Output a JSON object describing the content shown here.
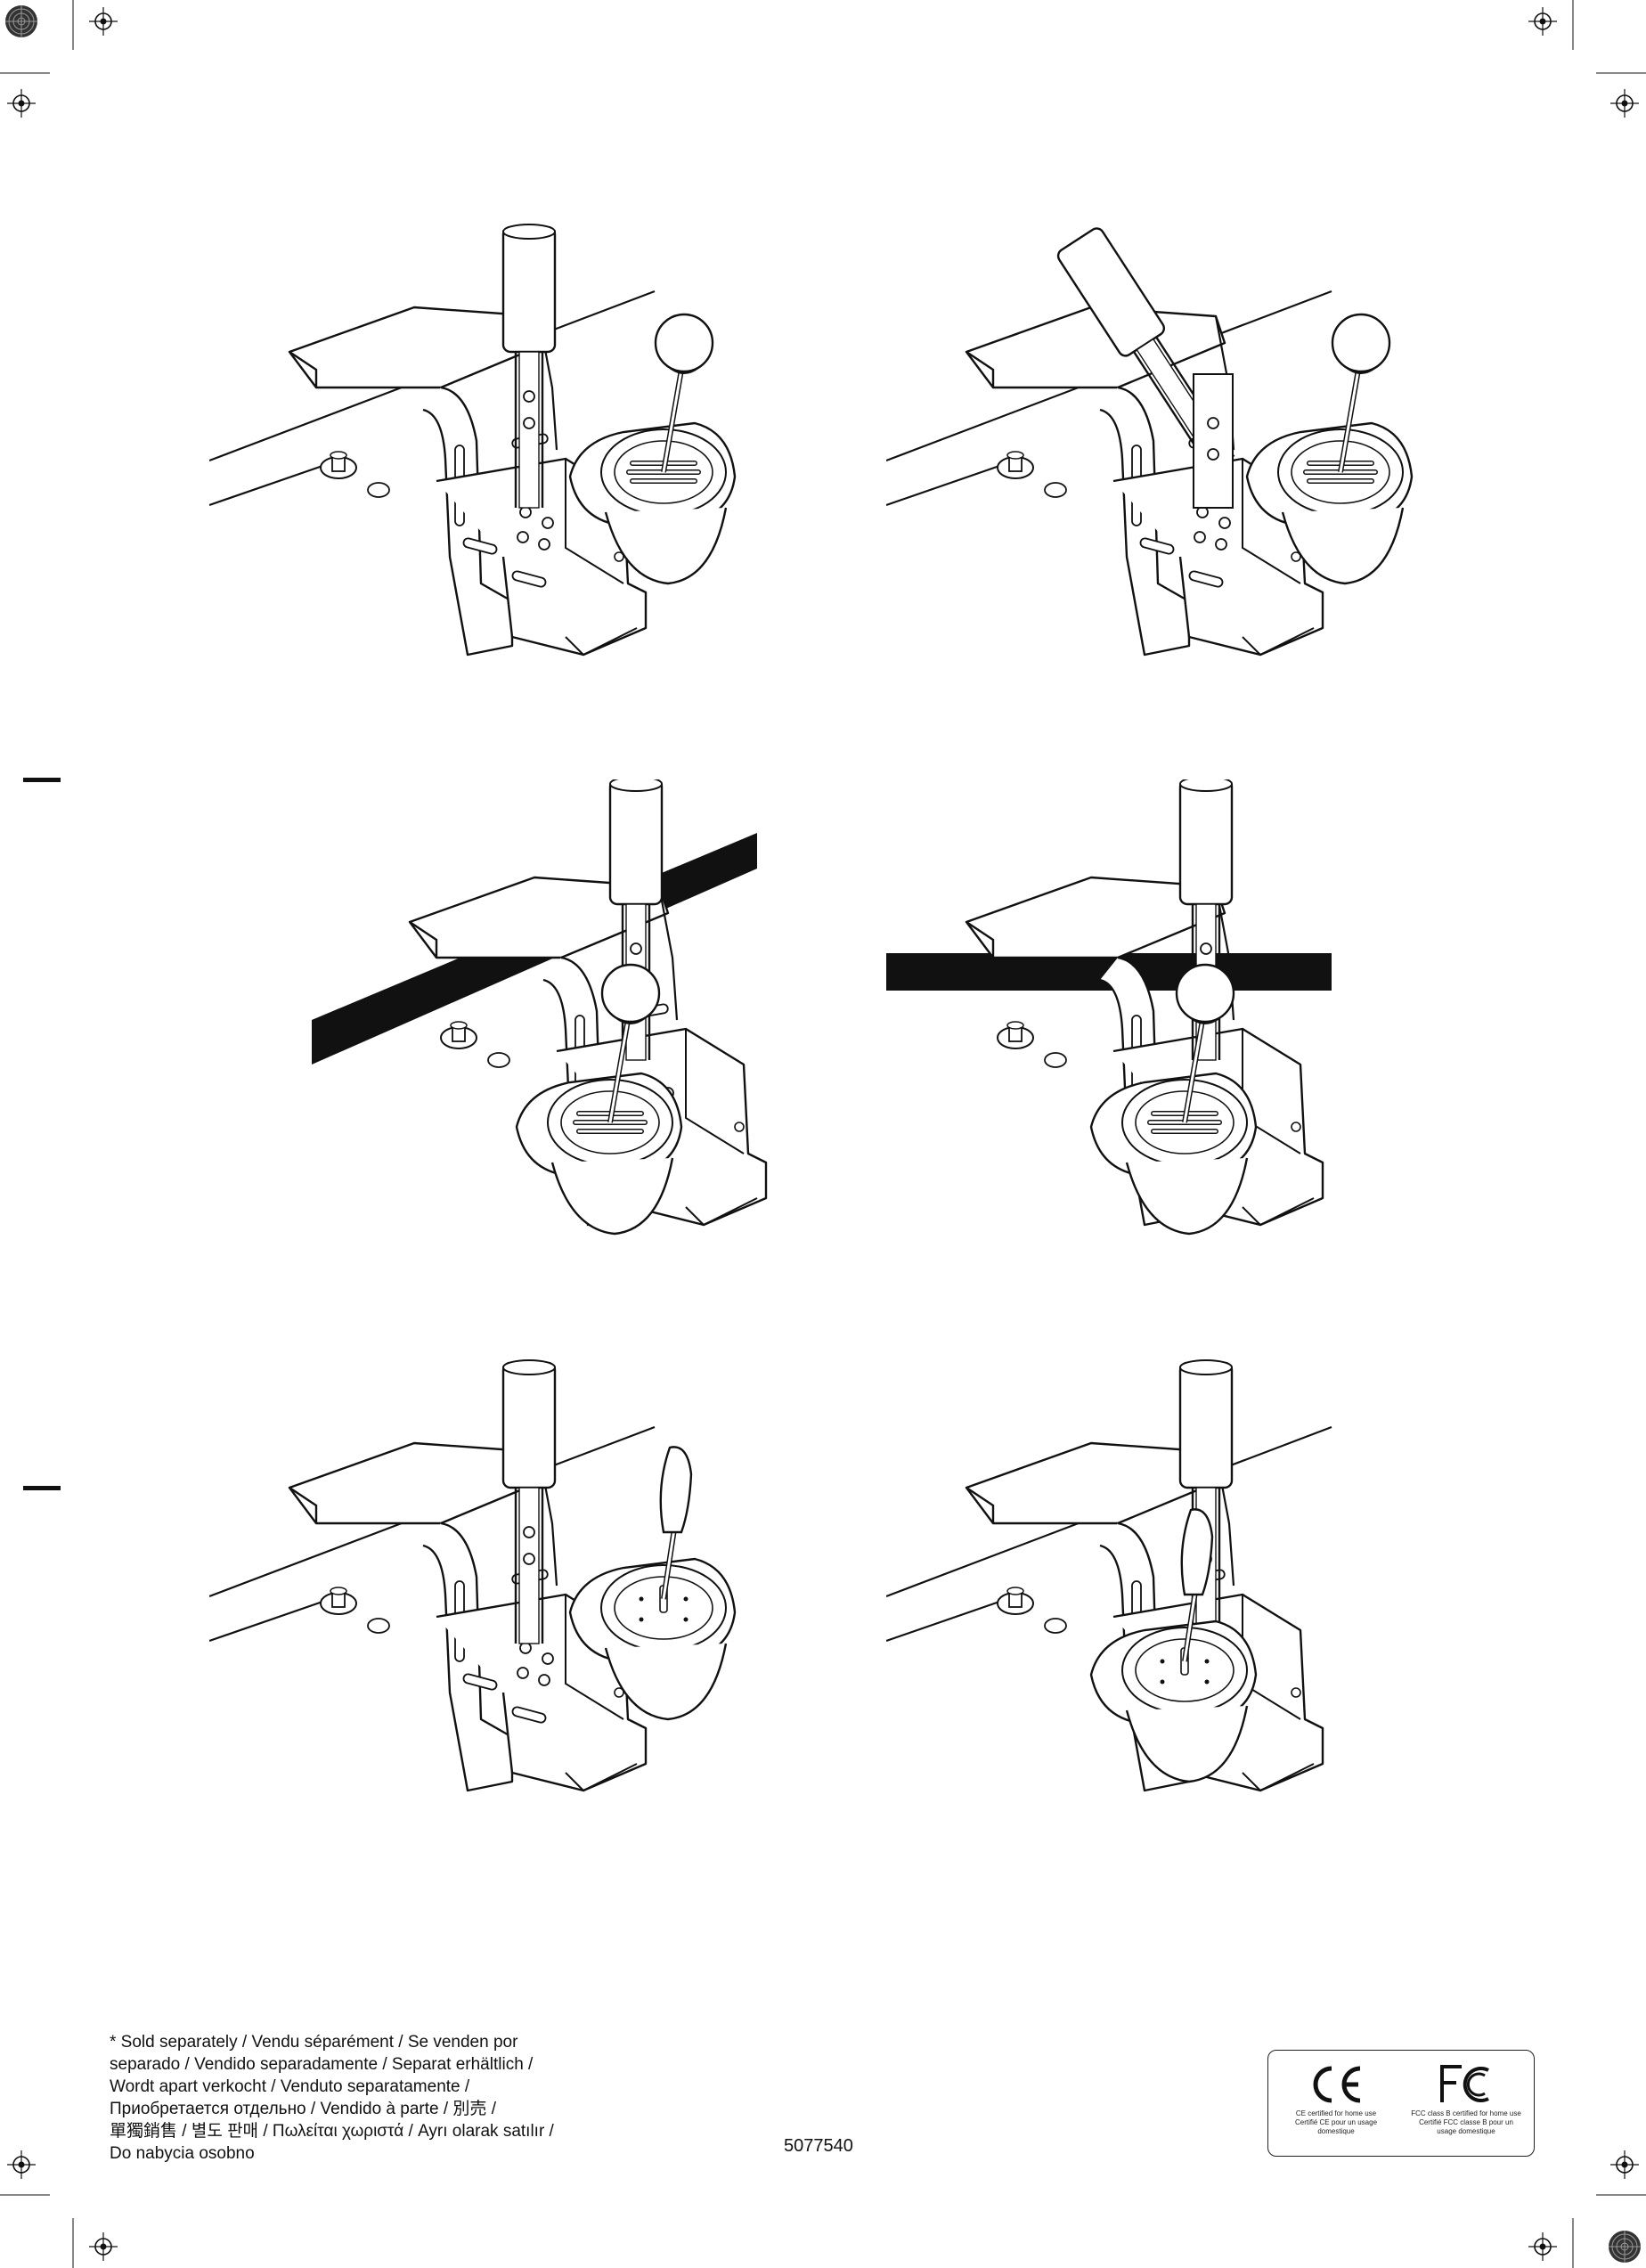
{
  "footnote": {
    "lines": [
      "* Sold separately / Vendu séparément / Se venden por",
      "separado / Vendido separadamente / Separat erhältlich /",
      "Wordt apart verkocht / Venduto separatamente /",
      "Приобретается отдельно / Vendido à parte / 別売 /",
      "單獨銷售 / 별도 판매 / Πωλείται χωριστά / Ayrı olarak satılır /",
      "Do nabycia osobno"
    ]
  },
  "part_number": "5077540",
  "certification": {
    "ce": {
      "logo_text": "CE",
      "caption_lines": [
        "CE certified for home use",
        "Certifié CE pour un usage",
        "domestique"
      ]
    },
    "fcc": {
      "logo_text": "FC",
      "caption_lines": [
        "FCC class B certified for home use",
        "Certifié FCC classe B pour un",
        "usage domestique"
      ]
    }
  },
  "illustrations": [
    {
      "id": "clamp-mounted-handbrake-with-shifter",
      "variant": "standard"
    },
    {
      "id": "handbrake-lever-tilted",
      "variant": "tilted"
    },
    {
      "id": "clamp-on-thick-table-edge-angled",
      "variant": "thick-angled"
    },
    {
      "id": "clamp-on-thick-table-edge-level",
      "variant": "thick-level"
    },
    {
      "id": "sequential-shifter-side-mounted",
      "variant": "sequential-side"
    },
    {
      "id": "sequential-shifter-front-mounted",
      "variant": "sequential-front"
    }
  ]
}
